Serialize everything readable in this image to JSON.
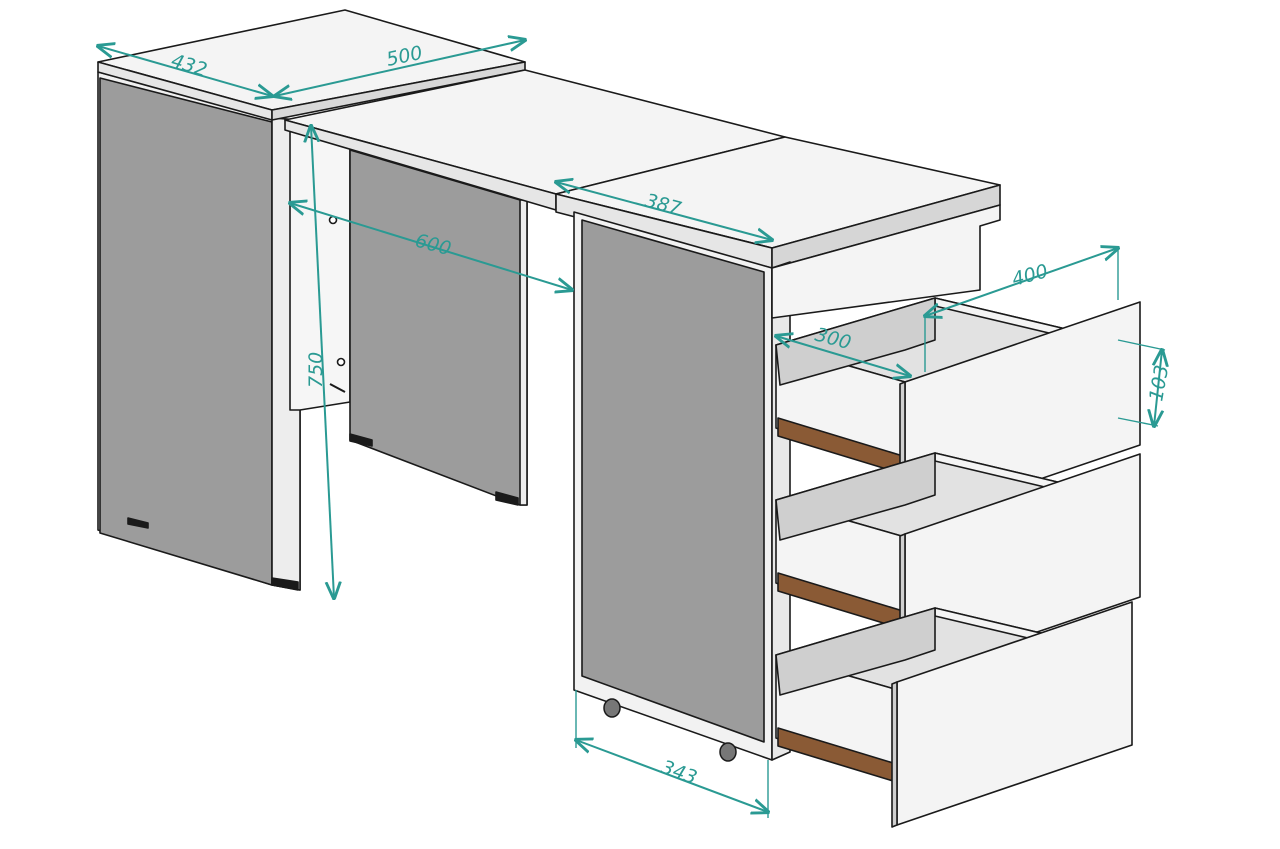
{
  "colors": {
    "outline": "#1a1a1a",
    "panel_face": "#9c9c9c",
    "panel_light": "#f4f4f4",
    "panel_mid": "#e2e2e2",
    "panel_shadow": "#cfcfcf",
    "dimension": "#2a9a93",
    "runner": "#8a5a35",
    "background": "#ffffff"
  },
  "dimensions": {
    "top_depth": "432",
    "top_width_fixed": "500",
    "leg_clearance": "600",
    "sliding_top_depth": "387",
    "height": "750",
    "drawer_depth": "400",
    "drawer_width": "300",
    "drawer_front_height": "103",
    "pedestal_depth": "343"
  }
}
